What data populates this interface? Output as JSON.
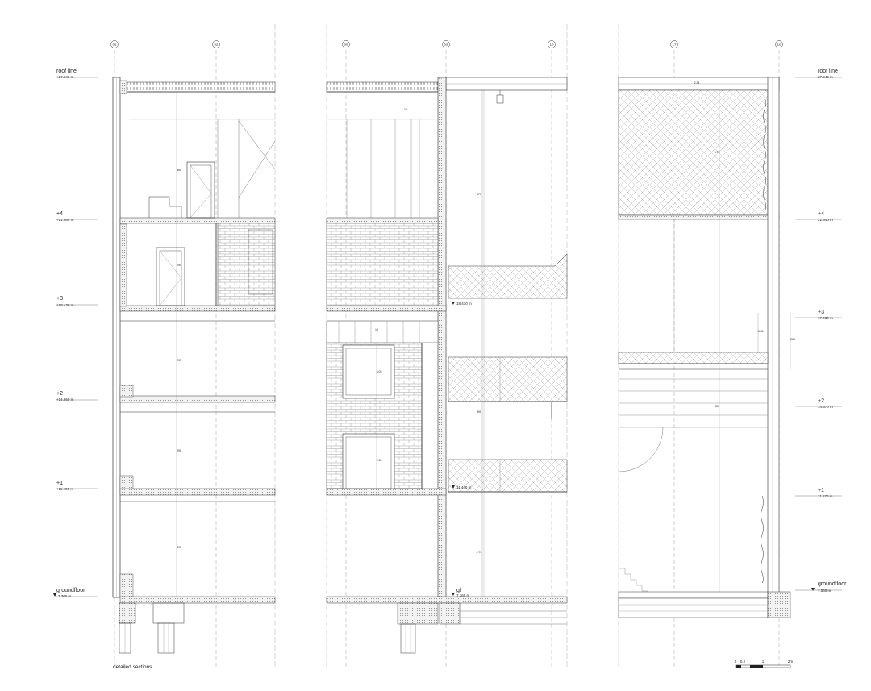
{
  "title": "detailed sections",
  "grid_axes": [
    {
      "id": "a01",
      "label": "01"
    },
    {
      "id": "a02",
      "label": "02"
    },
    {
      "id": "a08",
      "label": "08"
    },
    {
      "id": "a09",
      "label": "09"
    },
    {
      "id": "a10",
      "label": "10"
    },
    {
      "id": "a17",
      "label": "17"
    },
    {
      "id": "a18",
      "label": "18"
    }
  ],
  "levels_left": [
    {
      "name": "roof line",
      "value": "+27.040 m"
    },
    {
      "name": "+4",
      "value": "+21.660 m"
    },
    {
      "name": "+3",
      "value": "+18.430 m"
    },
    {
      "name": "+2",
      "value": "+14.860 m"
    },
    {
      "name": "+1",
      "value": "+11.460 m"
    },
    {
      "name": "groundfloor",
      "value": "7.360 m"
    }
  ],
  "levels_middle": [
    {
      "name": "",
      "value": "18.410 m"
    },
    {
      "name": "",
      "value": "11.440 m"
    },
    {
      "name": "gf",
      "value": "7.360 m"
    }
  ],
  "levels_right": [
    {
      "name": "roof line",
      "value": "27.040 m"
    },
    {
      "name": "+4",
      "value": "21.640 m"
    },
    {
      "name": "+3",
      "value": "17.930 m"
    },
    {
      "name": "+2",
      "value": "14.570 m"
    },
    {
      "name": "+1",
      "value": "11.170 m"
    },
    {
      "name": "groundfloor",
      "value": "7.560 m"
    }
  ],
  "scale_bar": {
    "labels": [
      "0",
      "0.2",
      "1",
      "2m"
    ]
  },
  "dimension_labels": [
    "365",
    "290",
    "295",
    "295",
    "395",
    "570",
    "395",
    "2.70",
    "3.05",
    "2.30",
    "3.75",
    "330",
    "3.85",
    "265",
    "2.34",
    "16",
    "10"
  ]
}
